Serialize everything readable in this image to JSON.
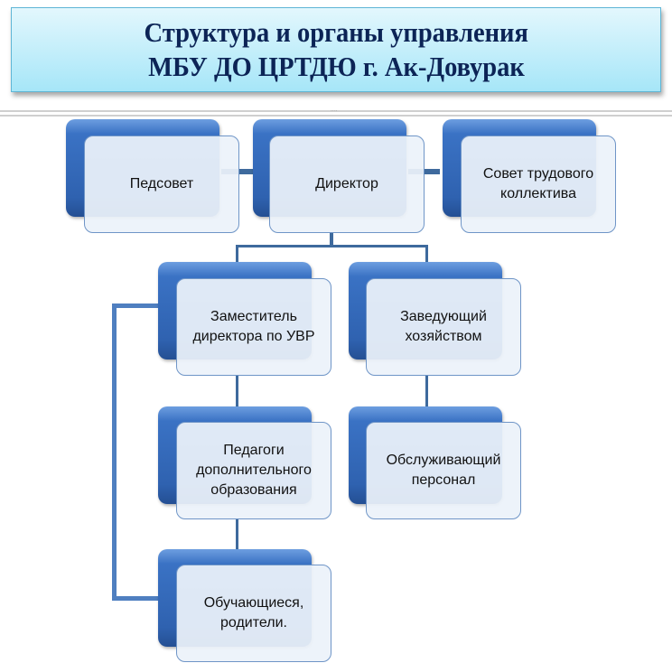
{
  "title": {
    "line1": "Структура и органы управления",
    "line2": "МБУ ДО ЦРТДЮ г. Ак-Довурак"
  },
  "separator_dots": "....",
  "nodes": {
    "pedsovet": "Педсовет",
    "director": "Директор",
    "sovet": "Совет трудового коллектива",
    "zam": "Заместитель директора по УВР",
    "zav": "Заведующий хозяйством",
    "pedagogi": "Педагоги дополнительного образования",
    "obsluzh": "Обслуживающий персонал",
    "obuch": "Обучающиеся, родители."
  }
}
